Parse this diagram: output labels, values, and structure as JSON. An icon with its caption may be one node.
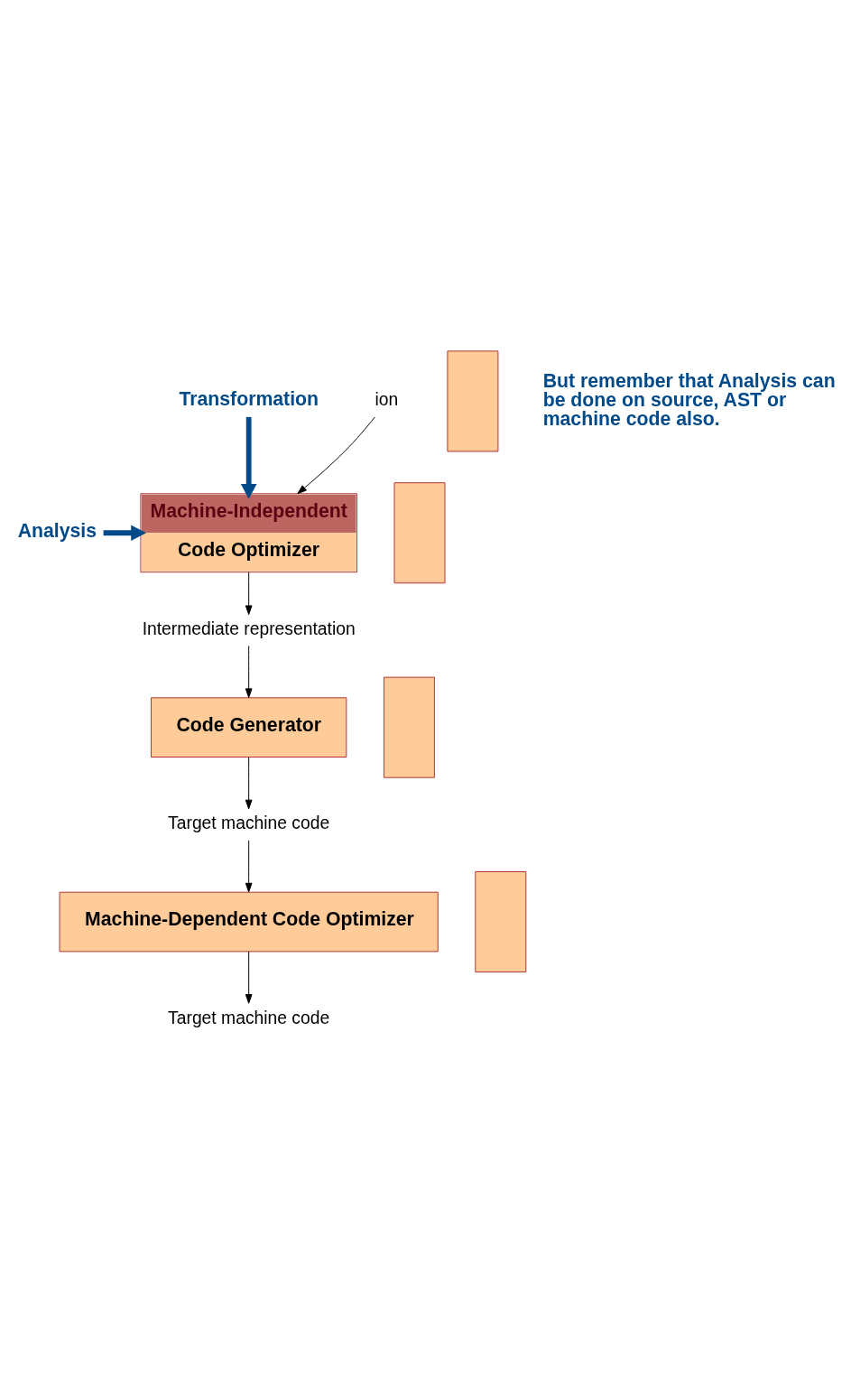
{
  "diagram": {
    "nodes": [
      {
        "text": [
          "Analysis"
        ]
      },
      {
        "text": [],
        "shape": "box"
      },
      {
        "text": [
          "Machine-Independent",
          "Code Optimizer"
        ]
      },
      {
        "text": [
          "Transformation"
        ]
      },
      {
        "text": [
          "Intermediate representation"
        ]
      },
      {
        "text": [],
        "shape": "box"
      },
      {
        "text": [
          "Code Generator"
        ]
      },
      {
        "text": [
          "Target machine code"
        ]
      },
      {
        "text": [],
        "shape": "box"
      },
      {
        "text": [
          "Machine-Dependent Code Optimizer"
        ]
      },
      {
        "text": [
          "Target machine code"
        ]
      },
      {
        "text": [],
        "shape": "box"
      },
      {
        "text": [
          "ion"
        ]
      }
    ],
    "edges": [
      {
        "from": 12,
        "to": 2,
        "arrow": "to"
      },
      {
        "from": 0,
        "to": 2,
        "arrow": "to",
        "style": "thick",
        "color": "#004a8a"
      },
      {
        "from": 3,
        "to": 2,
        "arrow": "to",
        "style": "thick",
        "color": "#004a8a"
      },
      {
        "from": 2,
        "to": 4,
        "arrow": "to"
      },
      {
        "from": 4,
        "to": 6,
        "arrow": "to"
      },
      {
        "from": 6,
        "to": 7,
        "arrow": "to"
      },
      {
        "from": 7,
        "to": 9,
        "arrow": "to"
      },
      {
        "from": 9,
        "to": 10,
        "arrow": "to"
      }
    ],
    "labels": [
      "But remember that Analysis can be done on source, AST or machine code also."
    ]
  }
}
